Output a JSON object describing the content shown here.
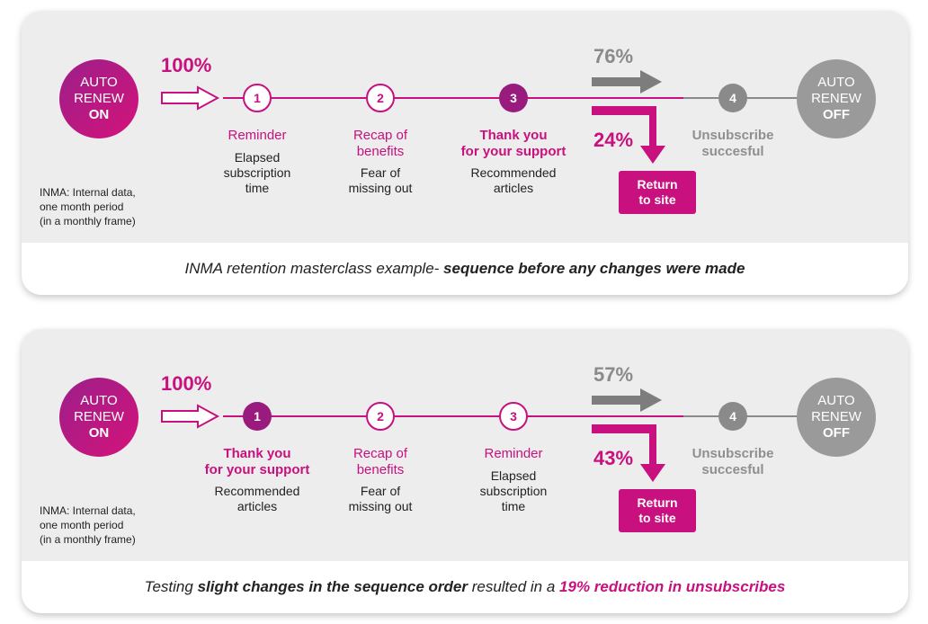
{
  "colors": {
    "accent": "#c8107e",
    "purple": "#9a1b7e",
    "gray": "#8a8a8a"
  },
  "panels": [
    {
      "start": {
        "line1": "AUTO",
        "line2": "RENEW",
        "line3": "ON"
      },
      "end": {
        "line1": "AUTO",
        "line2": "RENEW",
        "line3": "OFF"
      },
      "entry_pct": "100%",
      "continue_pct": "76%",
      "return_pct": "24%",
      "return_label": {
        "line1": "Return",
        "line2": "to site"
      },
      "steps": [
        {
          "num": "1",
          "title_lines": [
            "Reminder"
          ],
          "desc_lines": [
            "Elapsed",
            "subscription",
            "time"
          ]
        },
        {
          "num": "2",
          "title_lines": [
            "Recap of",
            "benefits"
          ],
          "desc_lines": [
            "Fear of",
            "missing out"
          ]
        },
        {
          "num": "3",
          "title_lines": [
            "Thank you",
            "for your support"
          ],
          "desc_lines": [
            "Recommended",
            "articles"
          ]
        },
        {
          "num": "4",
          "title_lines": [
            "Unsubscribe",
            "succesful"
          ],
          "desc_lines": []
        }
      ],
      "note": [
        "INMA: Internal data,",
        "one month period",
        "(in a monthly frame)"
      ],
      "caption": {
        "plain": "INMA retention masterclass example- ",
        "bold": "sequence before any changes were made"
      }
    },
    {
      "start": {
        "line1": "AUTO",
        "line2": "RENEW",
        "line3": "ON"
      },
      "end": {
        "line1": "AUTO",
        "line2": "RENEW",
        "line3": "OFF"
      },
      "entry_pct": "100%",
      "continue_pct": "57%",
      "return_pct": "43%",
      "return_label": {
        "line1": "Return",
        "line2": "to site"
      },
      "steps": [
        {
          "num": "1",
          "title_lines": [
            "Thank you",
            "for your support"
          ],
          "desc_lines": [
            "Recommended",
            "articles"
          ]
        },
        {
          "num": "2",
          "title_lines": [
            "Recap of",
            "benefits"
          ],
          "desc_lines": [
            "Fear of",
            "missing out"
          ]
        },
        {
          "num": "3",
          "title_lines": [
            "Reminder"
          ],
          "desc_lines": [
            "Elapsed",
            "subscription",
            "time"
          ]
        },
        {
          "num": "4",
          "title_lines": [
            "Unsubscribe",
            "succesful"
          ],
          "desc_lines": []
        }
      ],
      "note": [
        "INMA: Internal data,",
        "one month period",
        "(in a monthly frame)"
      ],
      "caption": {
        "p1": "Testing ",
        "b1": "slight changes in the sequence order",
        "p2": " resulted in a ",
        "h1": "19% reduction in unsubscribes"
      }
    }
  ]
}
